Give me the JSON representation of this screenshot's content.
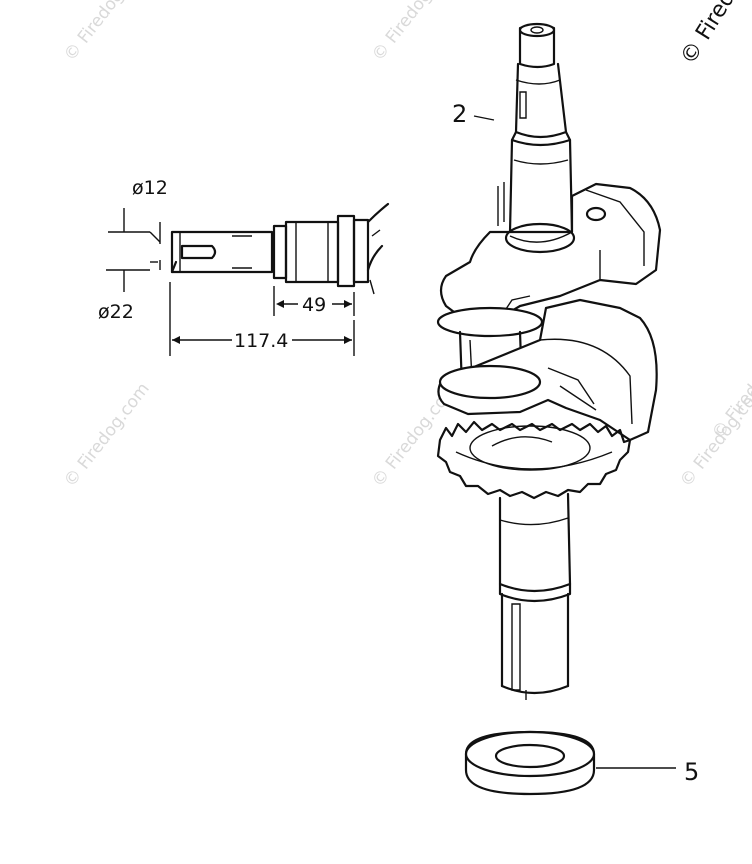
{
  "watermarks": {
    "w1": "© Firedog.com",
    "w2": "© Firedog.com",
    "w3": "© Firedog.com",
    "w4": "© Firedog.com",
    "w5": "© Firedog.com",
    "w6": "© Firedog.com",
    "w7": "© Firedog.com"
  },
  "dimensions": {
    "dia_small": "ø12",
    "dia_large": "ø22",
    "length_partial": "49",
    "length_total": "117.4"
  },
  "callouts": {
    "part_crankshaft": "2",
    "part_washer": "5"
  }
}
